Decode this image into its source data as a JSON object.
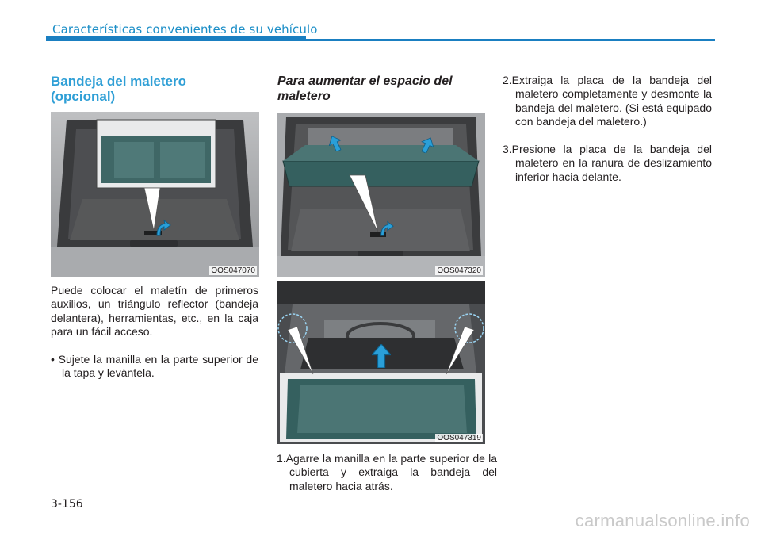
{
  "header": {
    "section_title": "Características convenientes de su vehículo"
  },
  "left_column": {
    "heading": "Bandeja del maletero (opcional)",
    "figure_code": "OOS047070",
    "paragraph": "Puede colocar el maletín de primeros auxilios, un triángulo reflector (bandeja delantera), herramientas, etc., en la caja para un fácil acceso.",
    "bullet": "• Sujete la manilla en la parte superior de la tapa y levántela."
  },
  "middle_column": {
    "heading": "Para aumentar el espacio del maletero",
    "figure1_code": "OOS047320",
    "figure2_code": "OOS047319",
    "step1": "1.Agarre la manilla en la parte superior de la cubierta y extraiga la bandeja del maletero hacia atrás."
  },
  "right_column": {
    "step2": "2.Extraiga la placa de la bandeja del maletero completamente y desmonte la bandeja del maletero. (Si está equipado con bandeja del maletero.)",
    "step3": "3.Presione la placa de la bandeja del maletero en la ranura de deslizamiento inferior hacia delante."
  },
  "footer": {
    "page_number": "3-156",
    "watermark": "carmanualsonline.info"
  },
  "colors": {
    "accent_blue": "#1a7fc1",
    "heading_blue": "#2f9fd6",
    "highlight_arrow": "#2a9fd8",
    "tray_teal": "#35605f"
  },
  "icons": [
    "lift-arrow-icon",
    "push-arrow-icon"
  ]
}
